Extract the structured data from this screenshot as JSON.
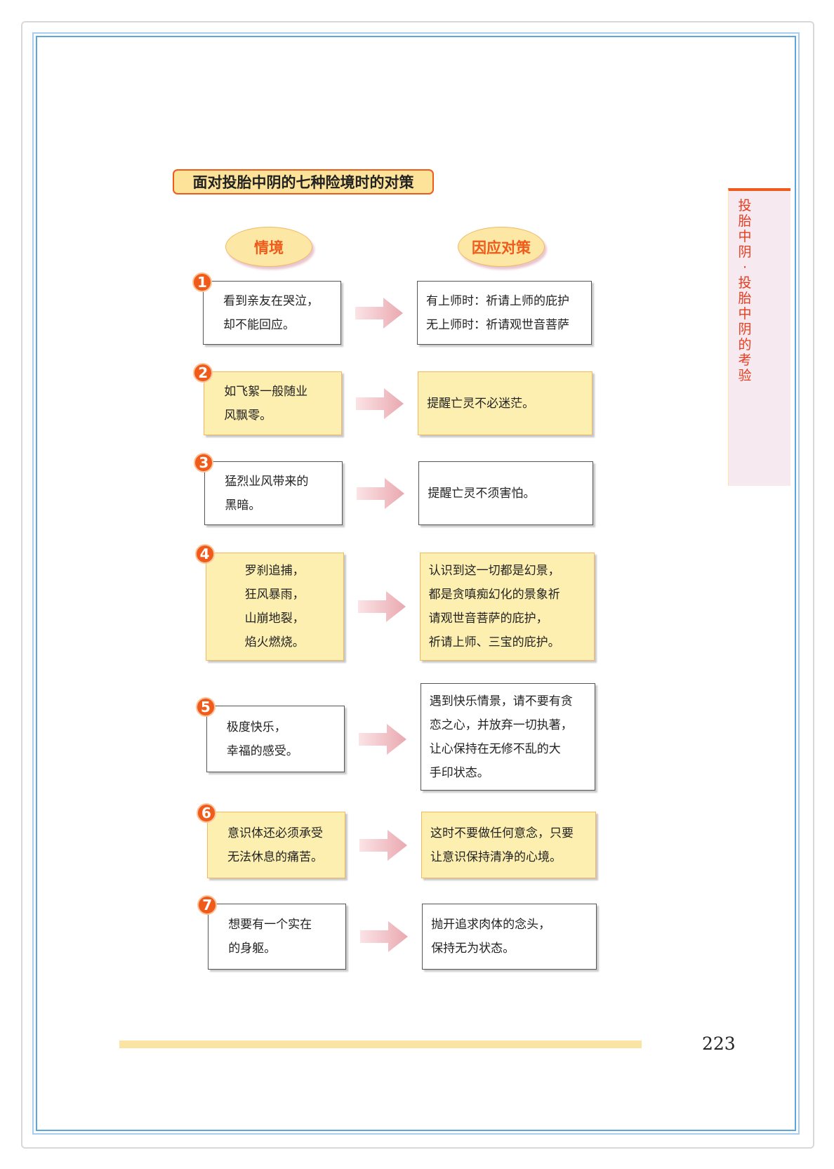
{
  "title": "面对投胎中阴的七种险境时的对策",
  "headers": {
    "situation": "情境",
    "response": "因应对策"
  },
  "rows": [
    {
      "num": "1",
      "situation": [
        "看到亲友在哭泣，",
        "却不能回应。"
      ],
      "response": [
        "有上师时：祈请上师的庇护",
        "无上师时：祈请观世音菩萨"
      ]
    },
    {
      "num": "2",
      "situation": [
        "如飞絮一般随业",
        "风飘零。"
      ],
      "response": [
        "提醒亡灵不必迷茫。"
      ]
    },
    {
      "num": "3",
      "situation": [
        "猛烈业风带来的",
        "黑暗。"
      ],
      "response": [
        "提醒亡灵不须害怕。"
      ]
    },
    {
      "num": "4",
      "situation": [
        "罗刹追捕，",
        "狂风暴雨，",
        "山崩地裂，",
        "焰火燃烧。"
      ],
      "response": [
        "认识到这一切都是幻景，",
        "都是贪嗔痴幻化的景象祈",
        "请观世音菩萨的庇护，",
        "祈请上师、三宝的庇护。"
      ]
    },
    {
      "num": "5",
      "situation": [
        "极度快乐，",
        "幸福的感受。"
      ],
      "response": [
        "遇到快乐情景，请不要有贪",
        "恋之心，并放弃一切执著，",
        "让心保持在无修不乱的大",
        "手印状态。"
      ]
    },
    {
      "num": "6",
      "situation": [
        "意识体还必须承受",
        "无法休息的痛苦。"
      ],
      "response": [
        "这时不要做任何意念，只要",
        "让意识保持清净的心境。"
      ]
    },
    {
      "num": "7",
      "situation": [
        "想要有一个实在",
        "的身躯。"
      ],
      "response": [
        "抛开追求肉体的念头，",
        "保持无为状态。"
      ]
    }
  ],
  "sidebar": "投胎中阴·投胎中阴的考验",
  "page_number": "223"
}
